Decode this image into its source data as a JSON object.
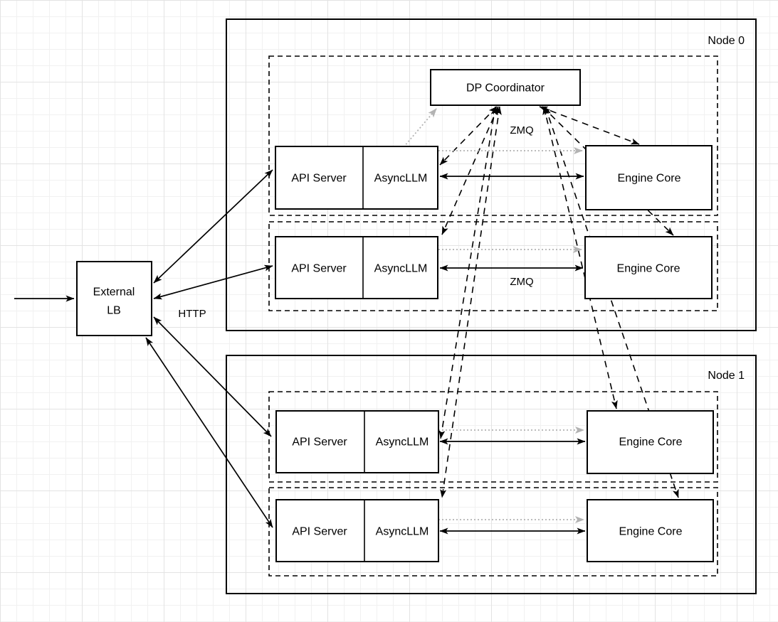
{
  "diagram": {
    "labels": {
      "node0": "Node 0",
      "node1": "Node 1",
      "dp_coordinator": "DP Coordinator",
      "api_server": "API Server",
      "asyncllm": "AsyncLLM",
      "engine_core": "Engine Core",
      "external_lb_line1": "External",
      "external_lb_line2": "LB",
      "http": "HTTP",
      "zmq": "ZMQ"
    },
    "colors": {
      "line": "#000000",
      "grey_arrow": "#b3b3b3",
      "box_fill": "#ffffff",
      "grid_minor": "#f1f1f1",
      "grid_major": "#e3e3e3",
      "background": "#ffffff"
    }
  }
}
